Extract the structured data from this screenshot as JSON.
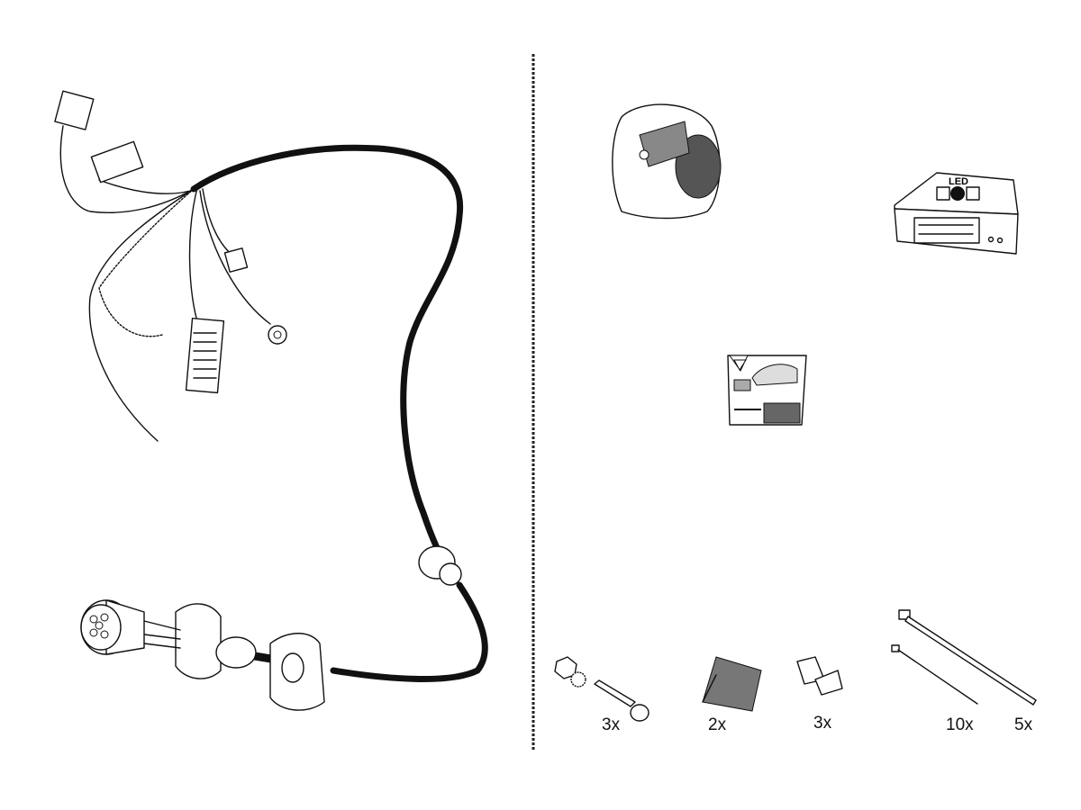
{
  "module": {
    "label": "LED"
  },
  "accessories": [
    {
      "name": "bolt-nut-washer",
      "quantity": "3x"
    },
    {
      "name": "adhesive-pad",
      "quantity": "2x"
    },
    {
      "name": "wire-connector",
      "quantity": "3x"
    },
    {
      "name": "small-cable-tie",
      "quantity": "10x"
    },
    {
      "name": "large-cable-tie",
      "quantity": "5x"
    }
  ]
}
